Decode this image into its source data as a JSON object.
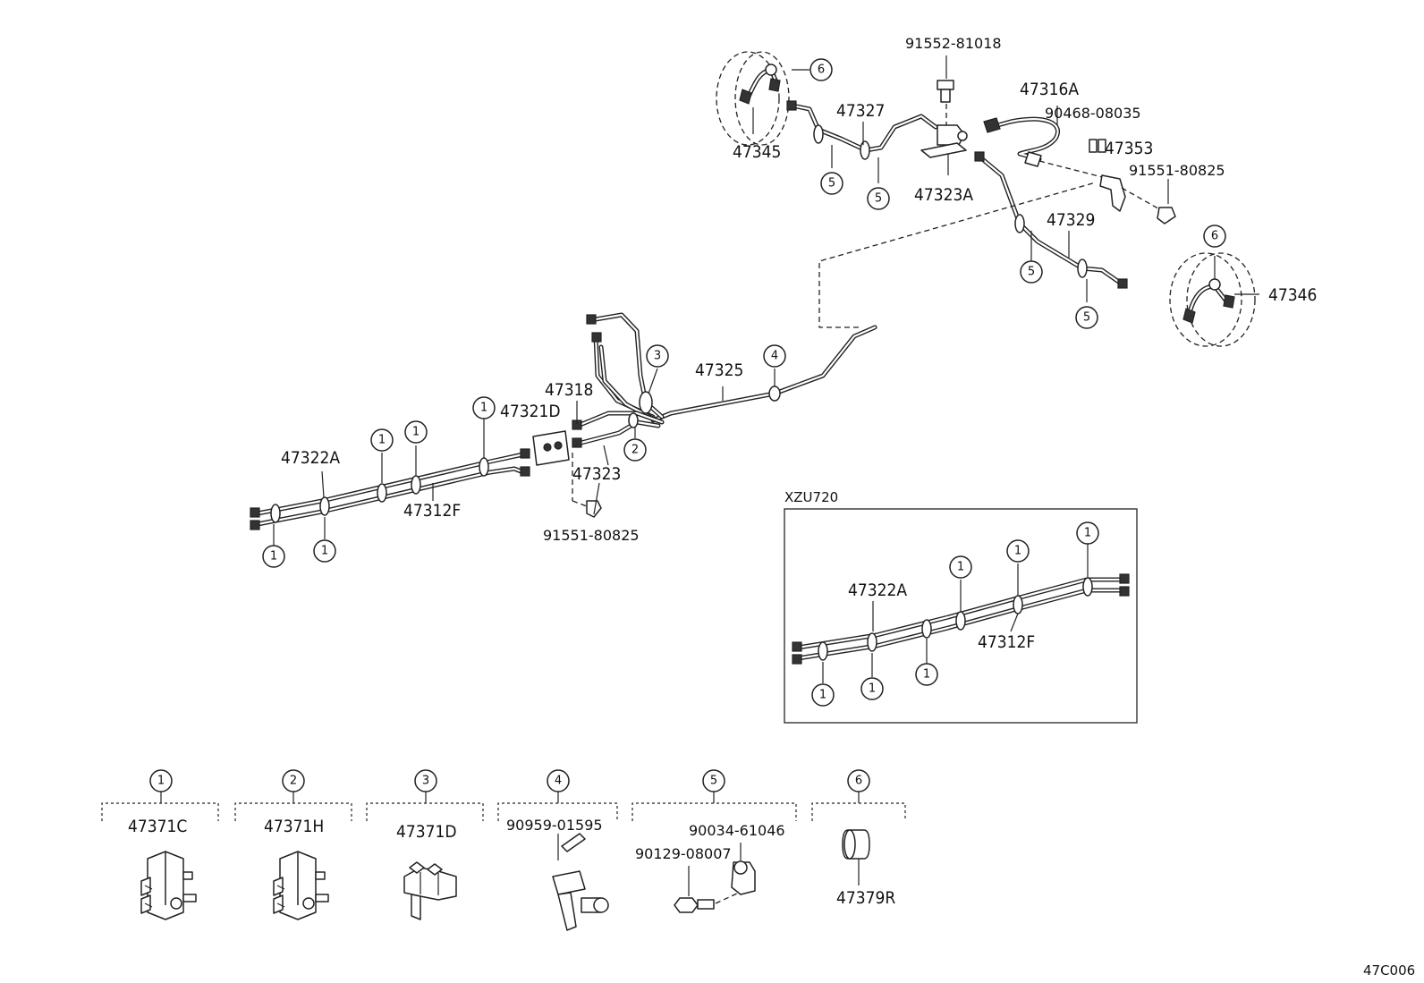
{
  "labels": {
    "p91552_81018": "91552-81018",
    "p47316A": "47316A",
    "p90468_08035": "90468-08035",
    "p47353": "47353",
    "p91551_80825_top": "91551-80825",
    "p47327": "47327",
    "p47345": "47345",
    "p47323A": "47323A",
    "p47329": "47329",
    "p47346": "47346",
    "p47325": "47325",
    "p47318": "47318",
    "p47321D": "47321D",
    "p47323": "47323",
    "p47322A": "47322A",
    "p47312F": "47312F",
    "p91551_80825_bot": "91551-80825",
    "variant": "XZU720",
    "inset_47322A": "47322A",
    "inset_47312F": "47312F",
    "diagram_code": "47C006"
  },
  "callouts": {
    "c1": "1",
    "c2": "2",
    "c3": "3",
    "c4": "4",
    "c5": "5",
    "c6": "6"
  },
  "legend": [
    {
      "num": "1",
      "part": "47371C"
    },
    {
      "num": "2",
      "part": "47371H"
    },
    {
      "num": "3",
      "part": "47371D"
    },
    {
      "num": "4",
      "part": "90959-01595"
    },
    {
      "num": "5",
      "part": "90034-61046",
      "part2": "90129-08007"
    },
    {
      "num": "6",
      "part": "47379R"
    }
  ]
}
